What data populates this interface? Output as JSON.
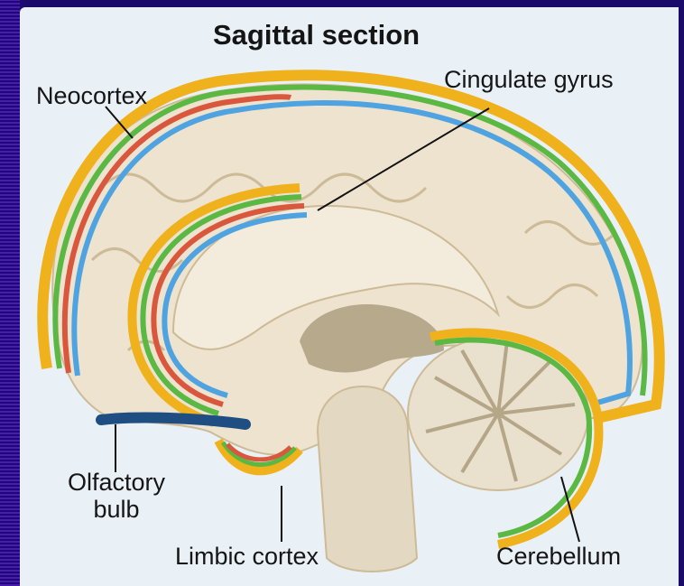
{
  "title": "Sagittal section",
  "labels": {
    "neocortex": "Neocortex",
    "cingulate_gyrus": "Cingulate gyrus",
    "olfactory_bulb_line1": "Olfactory",
    "olfactory_bulb_line2": "bulb",
    "limbic_cortex": "Limbic cortex",
    "cerebellum": "Cerebellum"
  },
  "colors": {
    "background_frame": "#1b0b6e",
    "panel": "#eaf1f6",
    "brain_tissue": "#ede3cf",
    "brain_shadow": "#d8c9ad",
    "band_yellow": "#f0b21c",
    "band_green": "#5bb842",
    "band_red": "#d9573c",
    "band_blue": "#4ea3e0",
    "olfactory_bulb": "#1f4f82"
  }
}
